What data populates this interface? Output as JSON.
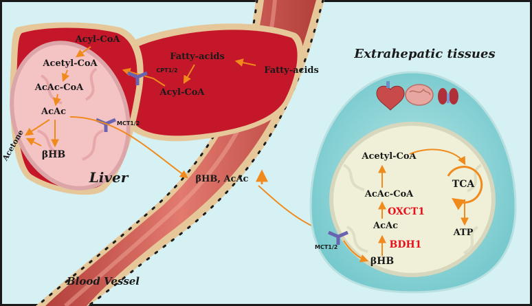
{
  "liver": {
    "acyl_coa": "Acyl-CoA",
    "acetyl_coa": "Acetyl-CoA",
    "acac_coa": "AcAc-CoA",
    "acac": "AcAc",
    "acetone": "Acetone",
    "bhb": "βHB",
    "fatty_acids": "Fatty-acids",
    "acyl_coa_2": "Acyl-CoA",
    "cpt": "CPT1/2",
    "mct": "MCT1/2",
    "title": "Liver"
  },
  "vessel": {
    "fatty_acids": "Fatty-acids",
    "ketones": "βHB, AcAc",
    "title": "Blood Vessel"
  },
  "extrahepatic": {
    "title": "Extrahepatic tissues",
    "acetyl_coa": "Acetyl-CoA",
    "tca": "TCA",
    "acac_coa": "AcAc-CoA",
    "oxct1": "OXCT1",
    "acac": "AcAc",
    "bdh1": "BDH1",
    "bhb": "βHB",
    "atp": "ATP",
    "mct": "MCT1/2"
  },
  "colors": {
    "background": "#d6f1f3",
    "liver": "#c4182a",
    "vessel": "#cf5a52",
    "cell": "#8fd7d9",
    "enzyme": "#e8101a",
    "arrow": "#f08a1c",
    "transporter": "#6a63b0"
  },
  "icons": [
    "heart-icon",
    "brain-icon",
    "kidney-icon"
  ]
}
